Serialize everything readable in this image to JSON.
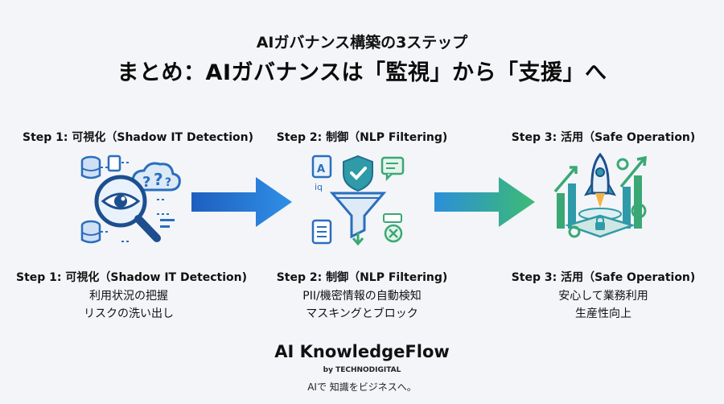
{
  "header": {
    "subtitle": "AIガバナンス構築の3ステップ",
    "title": "まとめ：AIガバナンスは「監視」から「支援」へ"
  },
  "steps": [
    {
      "heading": "Step 1: 可視化（Shadow IT Detection)",
      "caption": "Step 1: 可視化（Shadow IT Detection)",
      "lines": [
        "利用状況の把握",
        "リスクの洗い出し"
      ],
      "icon": "magnifier-eye-cloud-icon"
    },
    {
      "heading": "Step 2: 制御（NLP Filtering)",
      "caption": "Step 2: 制御（NLP Filtering)",
      "lines": [
        "PII/機密情報の自動検知",
        "マスキングとブロック"
      ],
      "icon": "filter-funnel-shield-icon"
    },
    {
      "heading": "Step 3: 活用（Safe Operation)",
      "caption": "Step 3: 活用（Safe Operation)",
      "lines": [
        "安心して業務利用",
        "生産性向上"
      ],
      "icon": "rocket-growth-chart-icon"
    }
  ],
  "brand": {
    "name": "AI KnowledgeFlow",
    "by": "by TECHNODIGITAL",
    "tagline": "AIで 知識をビジネスへ。"
  },
  "colors": {
    "arrow1_start": "#1f6fd1",
    "arrow1_end": "#2f8fe6",
    "arrow2_start": "#2b8fd9",
    "arrow2_end": "#3dbb73",
    "blue": "#2a6ebd",
    "green": "#3aa874",
    "teal": "#2f9aa8"
  },
  "icon_glyphs": {
    "question": "?",
    "lock": "🔒"
  }
}
